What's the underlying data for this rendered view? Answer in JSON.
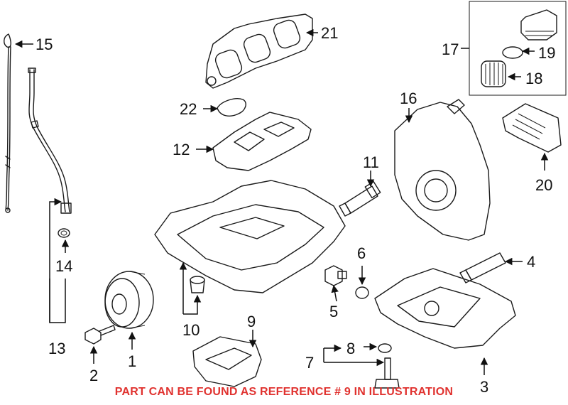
{
  "callouts": {
    "c1": "1",
    "c2": "2",
    "c3": "3",
    "c4": "4",
    "c5": "5",
    "c6": "6",
    "c7": "7",
    "c8": "8",
    "c9": "9",
    "c10": "10",
    "c11": "11",
    "c12": "12",
    "c13": "13",
    "c14": "14",
    "c15": "15",
    "c16": "16",
    "c17": "17",
    "c18": "18",
    "c19": "19",
    "c20": "20",
    "c21": "21",
    "c22": "22"
  },
  "notice": "PART CAN BE FOUND AS REFERENCE # 9 IN ILLUSTRATION",
  "colors": {
    "notice": "#e0322f",
    "line": "#1a1a1a",
    "background": "#ffffff"
  }
}
